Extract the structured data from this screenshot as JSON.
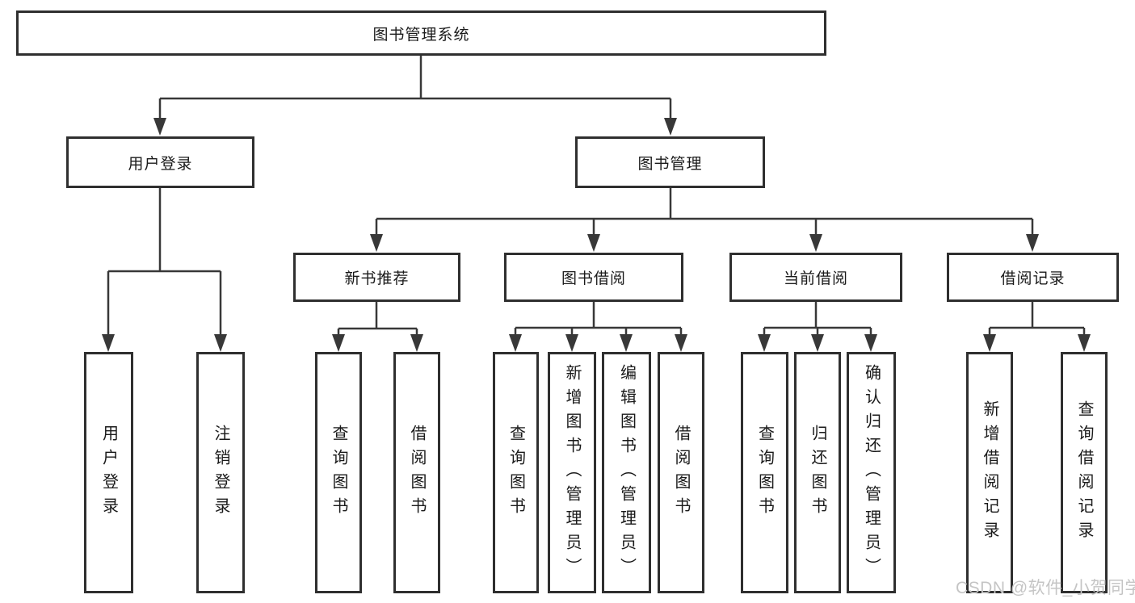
{
  "diagram_title": "图书管理系统",
  "nodes": {
    "root": {
      "label": "图书管理系统"
    },
    "level2": [
      {
        "label": "用户登录"
      },
      {
        "label": "图书管理"
      }
    ],
    "level3": [
      {
        "label": "新书推荐",
        "parent": "图书管理"
      },
      {
        "label": "图书借阅",
        "parent": "图书管理"
      },
      {
        "label": "当前借阅",
        "parent": "图书管理"
      },
      {
        "label": "借阅记录",
        "parent": "图书管理"
      }
    ],
    "leaves": [
      {
        "label": "用户登录",
        "parent": "用户登录"
      },
      {
        "label": "注销登录",
        "parent": "用户登录"
      },
      {
        "label": "查询图书",
        "parent": "新书推荐"
      },
      {
        "label": "借阅图书",
        "parent": "新书推荐"
      },
      {
        "label": "查询图书",
        "parent": "图书借阅"
      },
      {
        "label": "新增图书（管理员）",
        "parent": "图书借阅"
      },
      {
        "label": "编辑图书（管理员）",
        "parent": "图书借阅"
      },
      {
        "label": "借阅图书",
        "parent": "图书借阅"
      },
      {
        "label": "查询图书",
        "parent": "当前借阅"
      },
      {
        "label": "归还图书",
        "parent": "当前借阅"
      },
      {
        "label": "确认归还（管理员）",
        "parent": "当前借阅"
      },
      {
        "label": "新增借阅记录",
        "parent": "借阅记录"
      },
      {
        "label": "查询借阅记录",
        "parent": "借阅记录"
      }
    ]
  },
  "watermark": {
    "text": "CSDN @软件_小贺同学",
    "color": "#c5c5c5"
  },
  "colors": {
    "line": "#383838",
    "box_border": "#2f2f2f",
    "box_fill": "#ffffff",
    "text": "#1a1a1a",
    "background": "#ffffff"
  }
}
